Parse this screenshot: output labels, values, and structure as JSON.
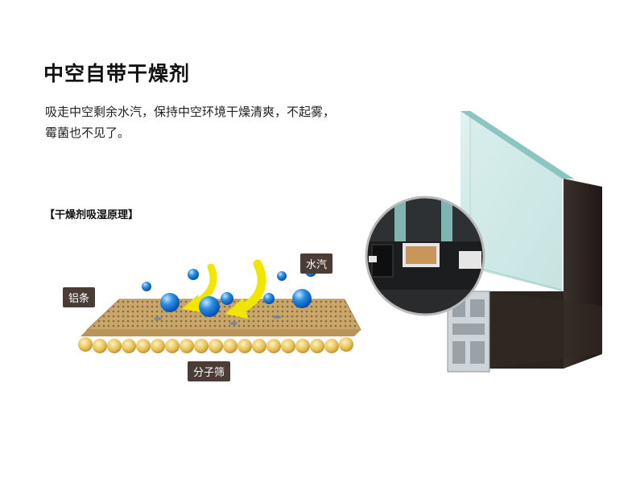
{
  "title": "中空自带干燥剂",
  "description": {
    "line1": "吸走中空剩余水汽，保持中空环境干燥清爽，不起雾，",
    "line2": "霉菌也不见了。"
  },
  "section_label": "【干燥剂吸湿原理】",
  "labels": {
    "water_vapor": "水汽",
    "aluminum_strip": "铝条",
    "molecular_sieve": "分子筛"
  },
  "colors": {
    "strip": "#c9a76a",
    "bead": "#e8c25a",
    "droplet": "#1e88e5",
    "arrow": "#f2e600",
    "tag_bg": "#4b3d36",
    "frame": "#2a2320"
  }
}
